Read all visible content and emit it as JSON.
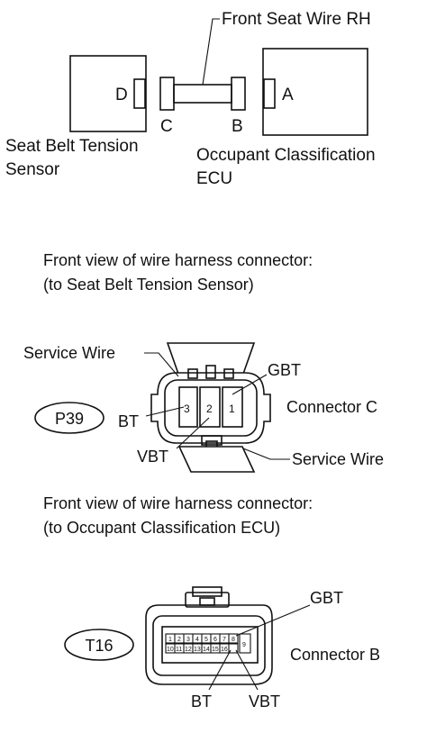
{
  "top_diagram": {
    "wire_label": "Front Seat Wire RH",
    "sensor_label_line1": "Seat Belt Tension",
    "sensor_label_line2": "Sensor",
    "ecu_label_line1": "Occupant Classification",
    "ecu_label_line2": "ECU",
    "connector_d": "D",
    "connector_c": "C",
    "connector_b": "B",
    "connector_a": "A"
  },
  "connector_c_section": {
    "heading_line1": "Front view of wire harness connector:",
    "heading_line2": "(to Seat Belt Tension Sensor)",
    "connector_code": "P39",
    "connector_name": "Connector C",
    "service_wire_top": "Service Wire",
    "service_wire_bottom": "Service Wire",
    "pin_labels": {
      "gbt": "GBT",
      "bt": "BT",
      "vbt": "VBT"
    },
    "pins": [
      "3",
      "2",
      "1"
    ]
  },
  "connector_b_section": {
    "heading_line1": "Front view of wire harness connector:",
    "heading_line2": "(to Occupant Classification ECU)",
    "connector_code": "T16",
    "connector_name": "Connector B",
    "pin_labels": {
      "gbt": "GBT",
      "bt": "BT",
      "vbt": "VBT"
    },
    "pins_top": [
      "1",
      "2",
      "3",
      "4",
      "5",
      "6",
      "7",
      "8"
    ],
    "pins_bottom": [
      "10",
      "11",
      "12",
      "13",
      "14",
      "15",
      "16",
      "9"
    ]
  }
}
